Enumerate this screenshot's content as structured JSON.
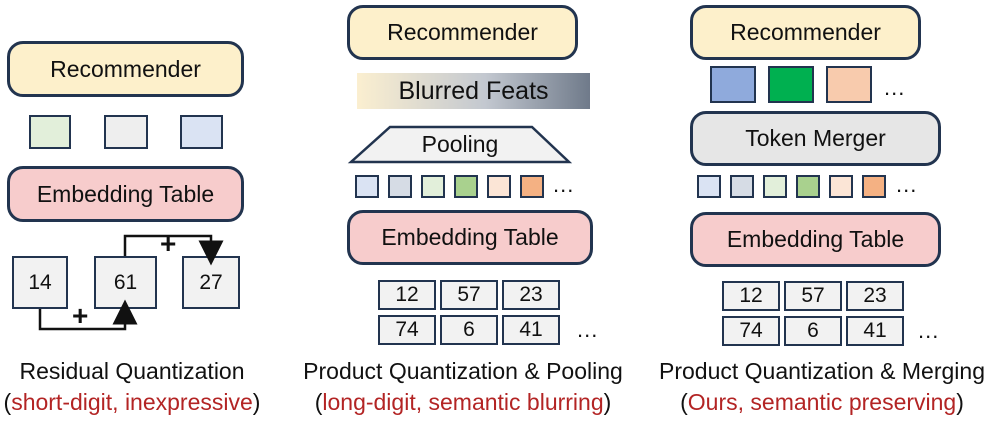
{
  "panels": [
    {
      "recommender": "Recommender",
      "embedding_table": "Embedding Table",
      "codes": [
        "14",
        "61",
        "27"
      ],
      "plus_top": "+",
      "plus_bottom": "+",
      "caption_title": "Residual Quantization",
      "caption_open": "(",
      "caption_detail": "short-digit, inexpressive",
      "caption_close": ")"
    },
    {
      "recommender": "Recommender",
      "blurred_feats": "Blurred Feats",
      "pooling": "Pooling",
      "embedding_table": "Embedding Table",
      "codes": [
        [
          "12",
          "57",
          "23"
        ],
        [
          "74",
          "6",
          "41"
        ]
      ],
      "ellipsis": "...",
      "caption_title": "Product Quantization & Pooling",
      "caption_open": "(",
      "caption_detail": "long-digit, semantic blurring",
      "caption_close": ")"
    },
    {
      "recommender": "Recommender",
      "token_merger": "Token Merger",
      "embedding_table": "Embedding Table",
      "codes": [
        [
          "12",
          "57",
          "23"
        ],
        [
          "74",
          "6",
          "41"
        ]
      ],
      "ellipsis": "...",
      "caption_title": "Product Quantization & Merging",
      "caption_open": "(",
      "caption_detail": "Ours, semantic preserving",
      "caption_close": ")"
    }
  ],
  "colors": {
    "outline": "#22344f",
    "recommender_fill": "#fdf0cb",
    "embedding_fill": "#f7cccc",
    "merger_fill": "#e6e6e6",
    "caption_highlight": "#b32424",
    "token_colors_left": [
      "#e2efda",
      "#eeeeee",
      "#dae3f3"
    ],
    "token_colors_row": [
      "#dae3f3",
      "#d6dce5",
      "#e2efda",
      "#a9d18e",
      "#fbe5d6",
      "#f4b183"
    ],
    "token_colors_merged": [
      "#8faadc",
      "#00b050",
      "#f8cbad"
    ]
  }
}
